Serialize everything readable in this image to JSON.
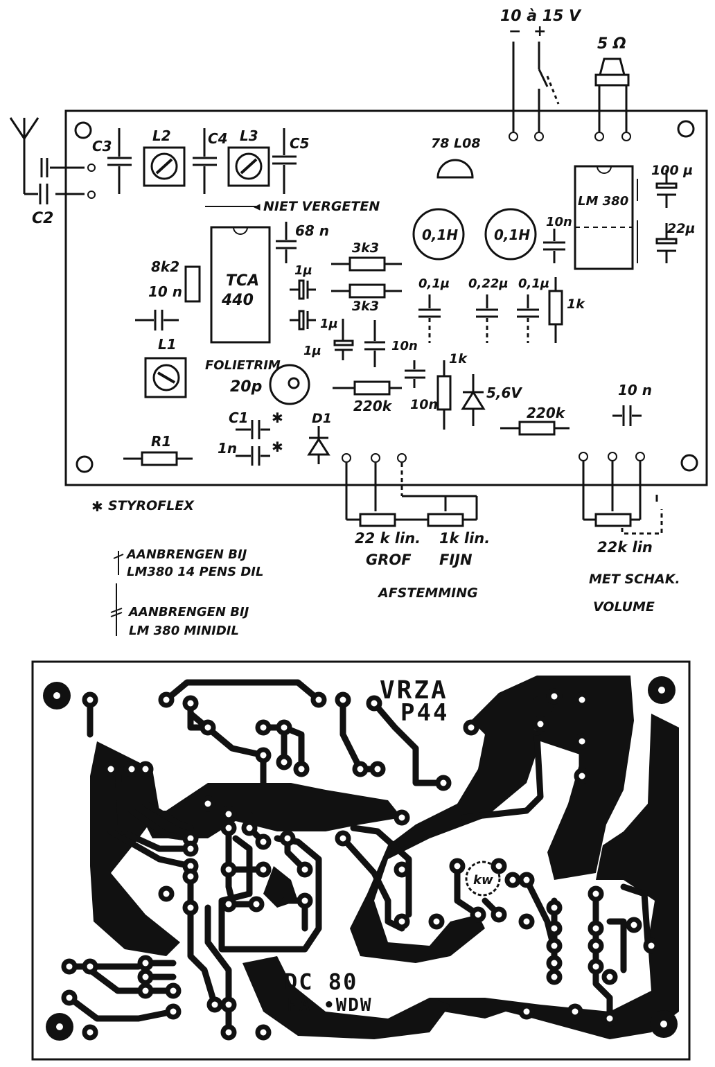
{
  "supply": {
    "range_label": "10 à 15 V",
    "minus": "−",
    "plus": "+"
  },
  "speaker": {
    "label": "5 Ω"
  },
  "regulator": {
    "label": "78 L08"
  },
  "ics": {
    "tca": "TCA",
    "tca_num": "440",
    "lm": "LM 380"
  },
  "coils": {
    "l1": "L1",
    "l2": "L2",
    "l3": "L3",
    "ch1": "0,1H",
    "ch2": "0,1H"
  },
  "capacitors": {
    "c1": "C1",
    "c1_val": "1n",
    "c2": "C2",
    "c3": "C3",
    "c4": "C4",
    "c5": "C5",
    "c68n": "68 n",
    "c1u_a": "1µ",
    "c1u_b": "1µ",
    "c1u_c": "1µ",
    "c10n_a": "10 n",
    "c10n_b": "10n",
    "c10n_c": "10n",
    "c10n_d": "10n",
    "c10n_e": "10 n",
    "c01u_a": "0,1µ",
    "c022u": "0,22µ",
    "c01u_b": "0,1µ",
    "c100u": "100 µ",
    "c22u": "22µ"
  },
  "resistors": {
    "r1": "R1",
    "r8k2": "8k2",
    "r3k3_a": "3k3",
    "r3k3_b": "3k3",
    "r220k_a": "220k",
    "r220k_b": "220k",
    "r1k_a": "1k",
    "r1k_b": "1k"
  },
  "misc": {
    "folietrim": "FOLIETRIM",
    "trim_val": "20p",
    "d1": "D1",
    "zener": "5,6V",
    "niet_vergeten": "NIET VERGETEN"
  },
  "pots": {
    "grof_val": "22 k lin.",
    "grof": "GROF",
    "fijn_val": "1k lin.",
    "fijn": "FIJN",
    "afstemming": "AFSTEMMING",
    "vol_val": "22k lin",
    "met_schak": "MET SCHAK.",
    "volume": "VOLUME"
  },
  "notes": {
    "styroflex": "STYROFLEX",
    "n1a": "AANBRENGEN BIJ",
    "n1b": "LM380   14 PENS DIL",
    "n2a": "AANBRENGEN BIJ",
    "n2b": "LM 380 MINIDIL"
  },
  "pcb": {
    "ref1": "VRZA",
    "ref2": "P44",
    "ref3": "DC 80",
    "ref4": "PA •WDW",
    "logo": "kw"
  }
}
